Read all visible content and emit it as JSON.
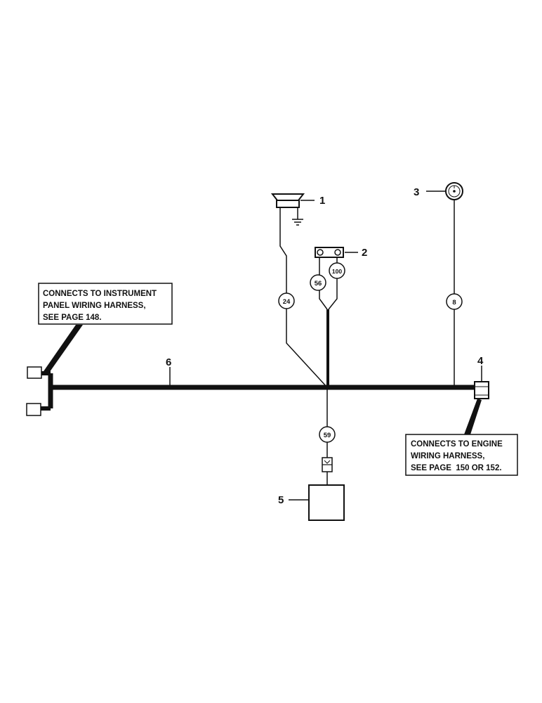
{
  "callouts": {
    "instrument_panel": {
      "lines": [
        "CONNECTS TO INSTRUMENT",
        "PANEL WIRING HARNESS,",
        "SEE PAGE 148."
      ]
    },
    "engine": {
      "lines": [
        "CONNECTS TO ENGINE",
        "WIRING HARNESS,",
        "SEE PAGE  150 OR 152."
      ]
    }
  },
  "ref_numbers": {
    "horn": "1",
    "switch": "2",
    "gauge": "3",
    "connector": "4",
    "box": "5",
    "harness": "6"
  },
  "wire_tags": {
    "w24": "24",
    "w56": "56",
    "w100": "100",
    "w8": "8",
    "w59": "59"
  }
}
